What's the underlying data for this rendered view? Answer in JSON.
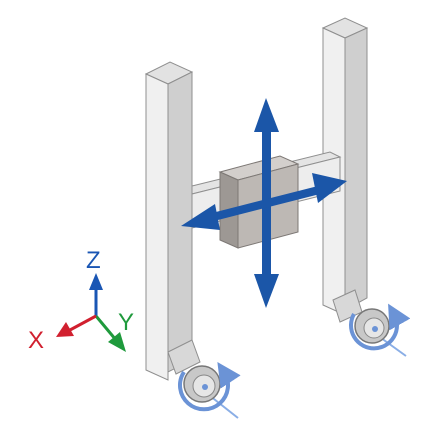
{
  "axes": {
    "z": {
      "label": "Z",
      "color": "#1a56b4"
    },
    "y": {
      "label": "Y",
      "color": "#1f9a3c"
    },
    "x": {
      "label": "X",
      "color": "#d1202f"
    }
  },
  "colors": {
    "column_face": "#f0f0f0",
    "column_side": "#cfcfcf",
    "column_top": "#e2e2e2",
    "column_edge": "#8f8f8f",
    "carriage_front": "#bdb8b4",
    "carriage_side": "#9d9894",
    "carriage_top": "#d3cfcc",
    "motion_arrows": "#1b56a8",
    "rotation_arrows": "#6b93d6",
    "spindle": "#8aaee6"
  },
  "icons": {
    "motion": "four-way-arrow-icon",
    "rotation": "circular-arrow-icon"
  }
}
